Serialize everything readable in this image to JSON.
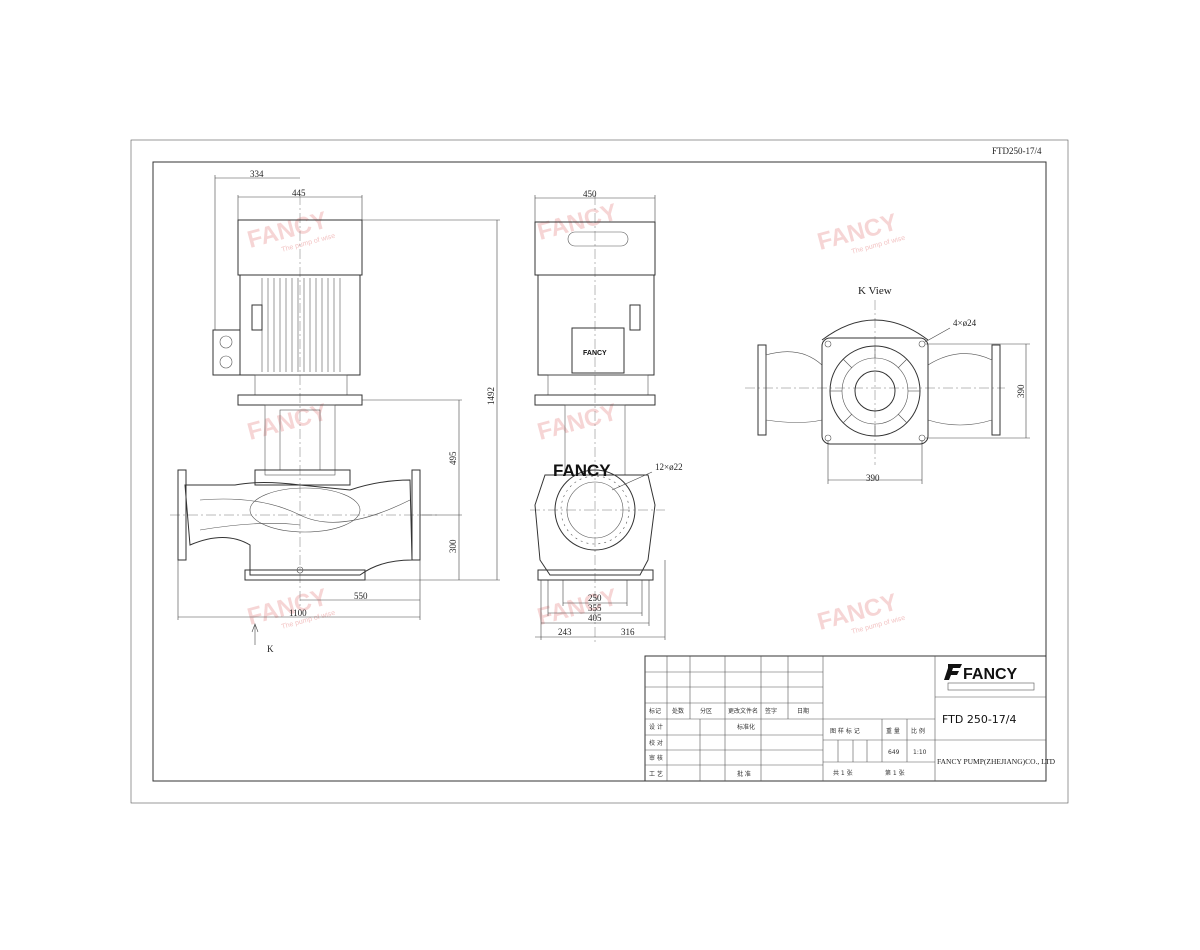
{
  "drawing_number": "FTD250-17/4",
  "front_view": {
    "dims": {
      "d334": "334",
      "d445": "445",
      "d1492": "1492",
      "d495": "495",
      "d300": "300",
      "d550": "550",
      "d1100": "1100"
    },
    "k_arrow_label": "K"
  },
  "side_view": {
    "dims": {
      "d450": "450",
      "d250": "250",
      "d355": "355",
      "d405": "405",
      "d243": "243",
      "d316": "316"
    },
    "holes_label": "12×ø22",
    "logo": "FANCY",
    "nameplate": "FANCY"
  },
  "k_view": {
    "title": "K View",
    "holes_label": "4×ø24",
    "dim_h": "390",
    "dim_v": "390"
  },
  "watermark": {
    "text": "FANCY",
    "tagline": "The pump of wise"
  },
  "title_block": {
    "logo": "FANCY",
    "model": "FTD 250-17/4",
    "company": "FANCY PUMP(ZHEJIANG)CO., LTD",
    "rev_headers": [
      "标记",
      "处数",
      "分区",
      "更改文件名",
      "签字",
      "日期"
    ],
    "row_labels": [
      "设 计",
      "校 对",
      "审 核",
      "工 艺"
    ],
    "standardize": "标准化",
    "approve": "批 准",
    "mark_header": "图 样 标 记",
    "weight_header": "重 量",
    "scale_header": "比 例",
    "weight": "649",
    "scale": "1:10",
    "sheets": "共 1 张",
    "sheet_no": "第 1 张"
  }
}
